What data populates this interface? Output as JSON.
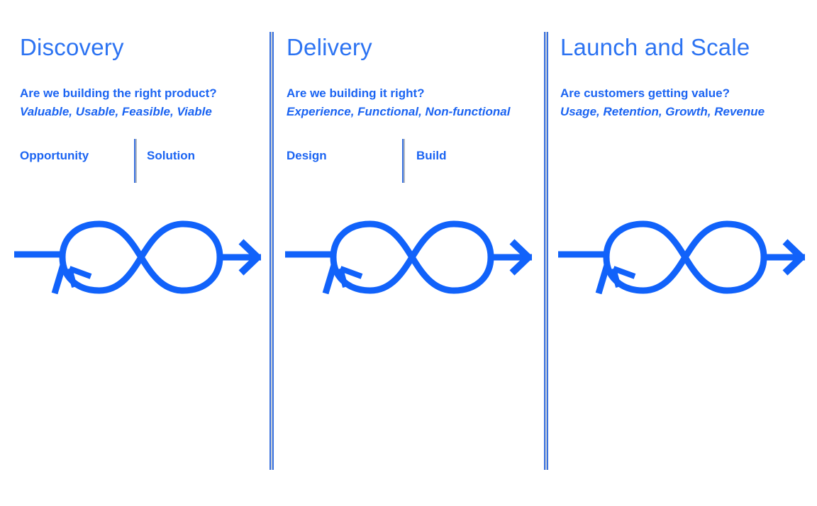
{
  "page": {
    "background": "#ffffff",
    "description": "Product process diagram with three phases, each showing an infinity-loop arrow"
  },
  "colors": {
    "loop_blue": "#1162fa",
    "title_blue": "#2c73f2",
    "text_blue": "#1b64f2",
    "divider_blue": "#3a72e0",
    "divider_gray": "#c9cfd8"
  },
  "columns": [
    {
      "title": "Discovery",
      "question": "Are we building the right product?",
      "criteria": "Valuable, Usable, Feasible, Viable",
      "stages": [
        {
          "label": "Opportunity"
        },
        {
          "label": "Solution"
        }
      ],
      "icon": "infinity-loop-arrow-icon"
    },
    {
      "title": "Delivery",
      "question": "Are we building it right?",
      "criteria": "Experience, Functional, Non-functional",
      "stages": [
        {
          "label": "Design"
        },
        {
          "label": "Build"
        }
      ],
      "icon": "infinity-loop-arrow-icon"
    },
    {
      "title": "Launch and Scale",
      "question": "Are customers getting value?",
      "criteria": "Usage, Retention, Growth, Revenue",
      "stages": [],
      "icon": "infinity-loop-arrow-icon"
    }
  ]
}
